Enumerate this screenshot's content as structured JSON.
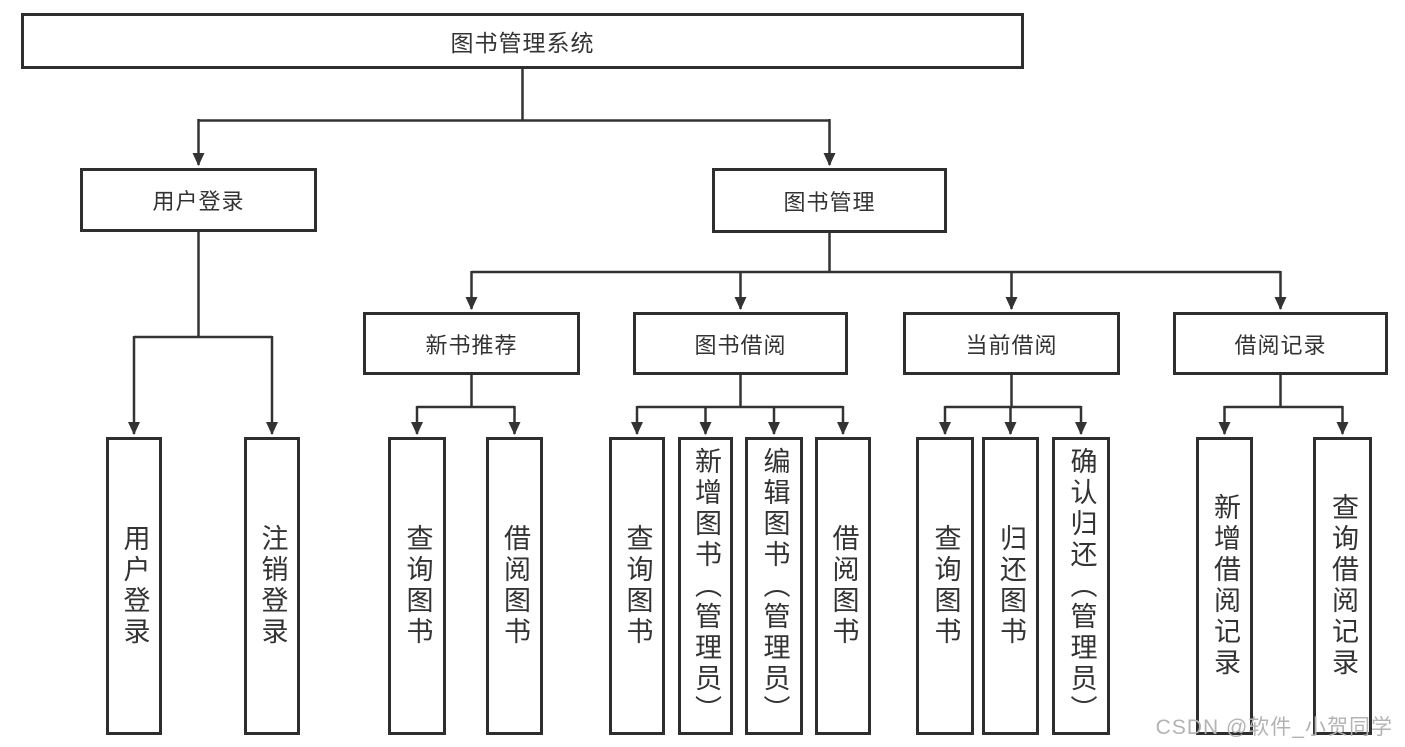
{
  "diagram_title": "图书管理系统",
  "nodes": {
    "root": {
      "label": "图书管理系统"
    },
    "user_login": {
      "label": "用户登录"
    },
    "book_mgmt": {
      "label": "图书管理"
    },
    "new_book_rec": {
      "label": "新书推荐"
    },
    "book_borrow": {
      "label": "图书借阅"
    },
    "current_borrow": {
      "label": "当前借阅"
    },
    "borrow_records": {
      "label": "借阅记录"
    },
    "user_login_leaf": {
      "label": "用户登录"
    },
    "logout_leaf": {
      "label": "注销登录"
    },
    "rec_query_book": {
      "label": "查询图书"
    },
    "rec_borrow_book": {
      "label": "借阅图书"
    },
    "bb_query_book": {
      "label": "查询图书"
    },
    "bb_add_book": {
      "label": "新增图书（管理员）"
    },
    "bb_edit_book": {
      "label": "编辑图书（管理员）"
    },
    "bb_borrow_book": {
      "label": "借阅图书"
    },
    "cb_query_book": {
      "label": "查询图书"
    },
    "cb_return_book": {
      "label": "归还图书"
    },
    "cb_confirm_return": {
      "label": "确认归还（管理员）"
    },
    "br_add_record": {
      "label": "新增借阅记录"
    },
    "br_query_record": {
      "label": "查询借阅记录"
    }
  },
  "hierarchy": {
    "图书管理系统": {
      "用户登录": [
        "用户登录",
        "注销登录"
      ],
      "图书管理": {
        "新书推荐": [
          "查询图书",
          "借阅图书"
        ],
        "图书借阅": [
          "查询图书",
          "新增图书（管理员）",
          "编辑图书（管理员）",
          "借阅图书"
        ],
        "当前借阅": [
          "查询图书",
          "归还图书",
          "确认归还（管理员）"
        ],
        "借阅记录": [
          "新增借阅记录",
          "查询借阅记录"
        ]
      }
    }
  },
  "watermark": {
    "text": "CSDN @软件_小贺同学"
  },
  "colors": {
    "background": "#ffffff",
    "box_border": "#2e2e2e",
    "connector_line": "#333333",
    "text": "#333333",
    "watermark_text": "#b3b3b3"
  }
}
